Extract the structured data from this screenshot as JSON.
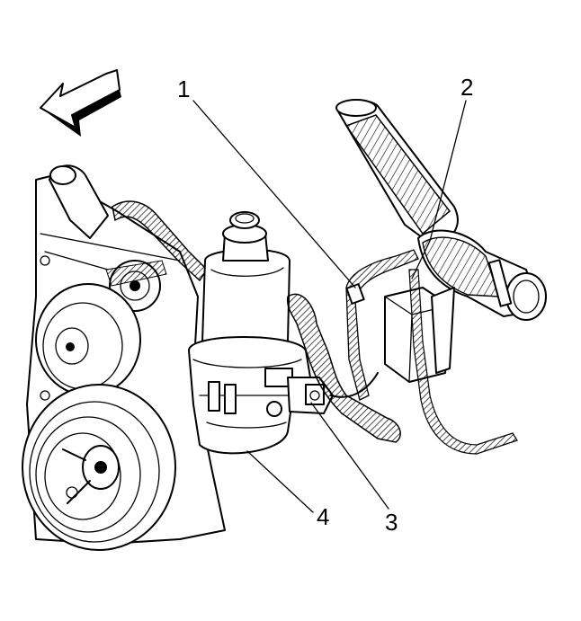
{
  "figure": {
    "callouts": [
      {
        "id": "callout-1",
        "label": "1"
      },
      {
        "id": "callout-2",
        "label": "2"
      },
      {
        "id": "callout-3",
        "label": "3"
      },
      {
        "id": "callout-4",
        "label": "4"
      }
    ]
  },
  "icons": {
    "direction_arrow": "front-direction-arrow-icon"
  }
}
